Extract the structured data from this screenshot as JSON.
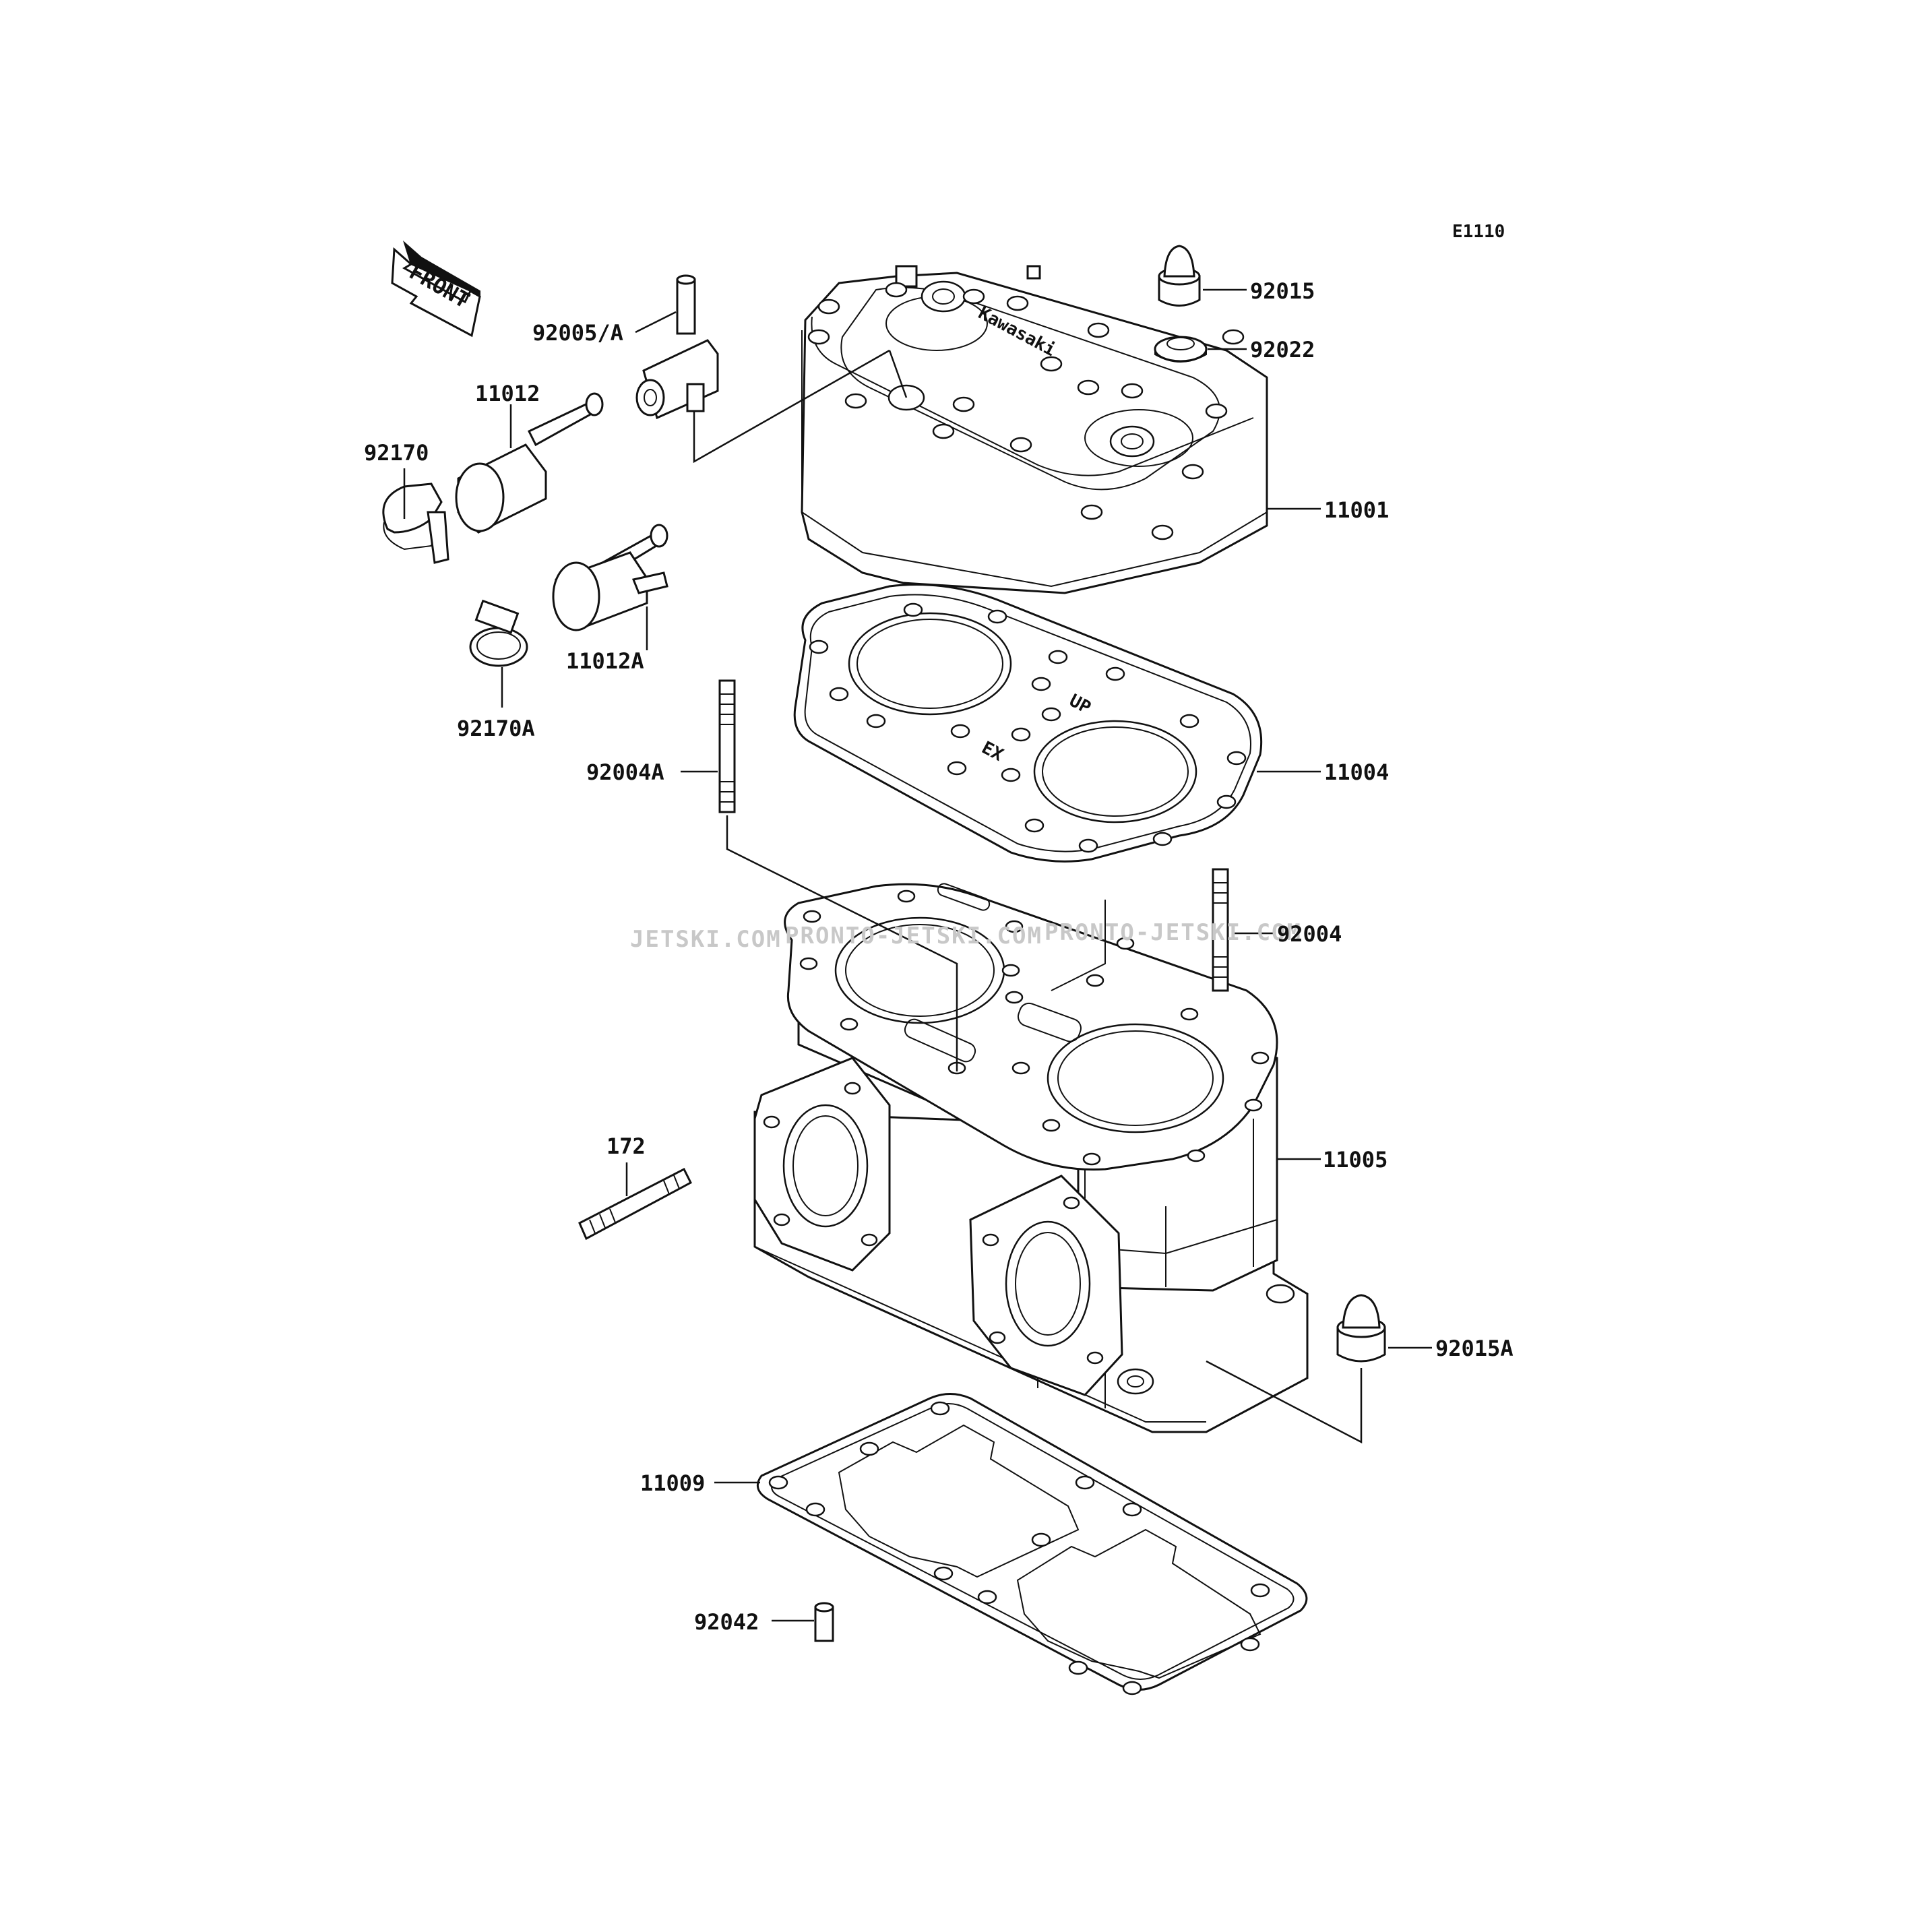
{
  "diagram_code": "E1110",
  "front_arrow_label": "FRONT",
  "brand_emboss": "Kawasaki",
  "gasket_marks": {
    "up": "UP",
    "ex": "EX"
  },
  "watermark": [
    "JETSKI.COM",
    "PRONTO-JETSKI.COM",
    "PRONTO-JETSKI.COM"
  ],
  "labels": {
    "p92015": "92015",
    "p92022": "92022",
    "p92005A": "92005/A",
    "p11012": "11012",
    "p92170": "92170",
    "p11001": "11001",
    "p11012A": "11012A",
    "p92170A": "92170A",
    "p92004A": "92004A",
    "p11004": "11004",
    "p92004": "92004",
    "p172": "172",
    "p11005": "11005",
    "p92015A": "92015A",
    "p11009": "11009",
    "p92042": "92042"
  }
}
